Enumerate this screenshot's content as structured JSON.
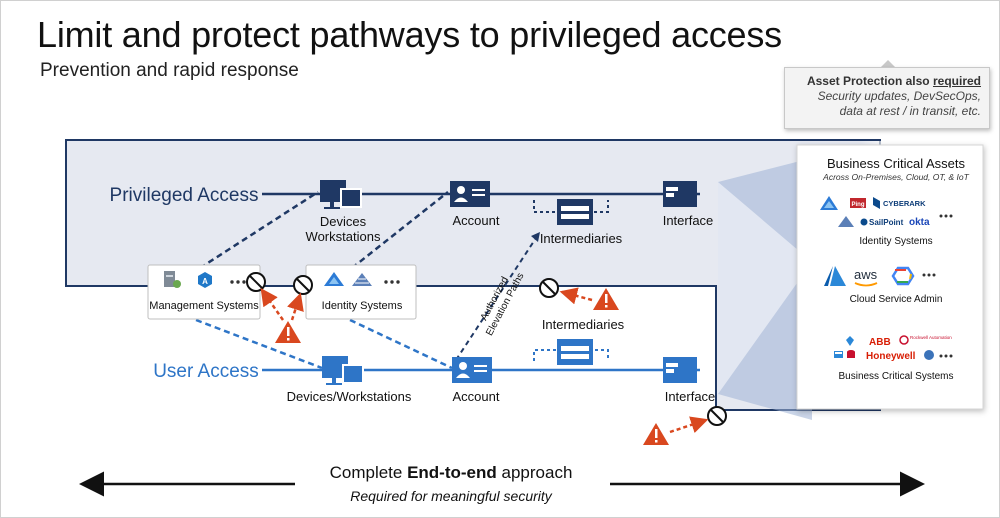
{
  "title": "Limit and protect pathways to privileged access",
  "subtitle": "Prevention and rapid response",
  "callout": {
    "heading_prefix": "Asset Protection also ",
    "heading_emph": "required",
    "line2": "Security updates, DevSecOps,",
    "line3": "data at rest / in transit, etc."
  },
  "privileged": {
    "label": "Privileged Access",
    "devices": [
      "Devices",
      "Workstations"
    ],
    "account": "Account",
    "intermediaries": "Intermediaries",
    "interface": "Interface"
  },
  "user": {
    "label": "User Access",
    "devices": "Devices/Workstations",
    "account": "Account",
    "intermediaries": "Intermediaries",
    "interface": "Interface"
  },
  "management_systems": "Management Systems",
  "identity_systems_box": "Identity Systems",
  "elevation_path": [
    "Authorized",
    "Elevation Paths"
  ],
  "assets": {
    "title": "Business Critical Assets",
    "subtitle": "Across On-Premises, Cloud, OT, & IoT",
    "groups": [
      {
        "label": "Identity Systems",
        "logos": [
          "CYBERARK",
          "SailPoint",
          "okta",
          "Ping"
        ]
      },
      {
        "label": "Cloud Service Admin",
        "logos": [
          "aws"
        ]
      },
      {
        "label": "Business Critical Systems",
        "logos": [
          "ABB",
          "Rockwell Automation",
          "Honeywell"
        ]
      }
    ]
  },
  "footer": {
    "prefix": "Complete ",
    "emph": "End-to-end",
    "suffix": " approach",
    "sub": "Required for meaningful security"
  },
  "colors": {
    "navy": "#1f3864",
    "blue": "#2e75c7",
    "warning": "#d9481f",
    "panel": "#e6e9f1",
    "dark_icon": "#1f3864"
  },
  "icons": [
    "monitor-icon",
    "account-card-icon",
    "window-icon",
    "prohibited-icon",
    "warning-icon",
    "more-icon"
  ]
}
